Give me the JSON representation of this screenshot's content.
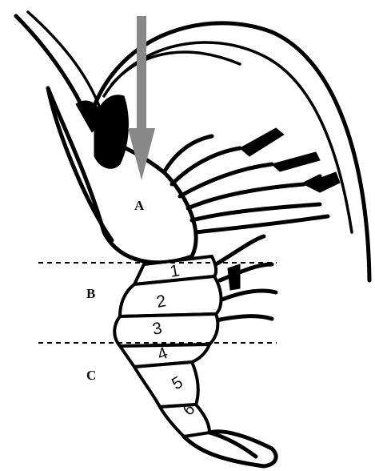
{
  "labels": {
    "region_a": "A",
    "region_b": "B",
    "region_c": "C"
  },
  "segments": [
    "1",
    "2",
    "3",
    "4",
    "5",
    "6"
  ],
  "colors": {
    "line": "#000000",
    "arrow": "#888888",
    "background": "#ffffff"
  }
}
